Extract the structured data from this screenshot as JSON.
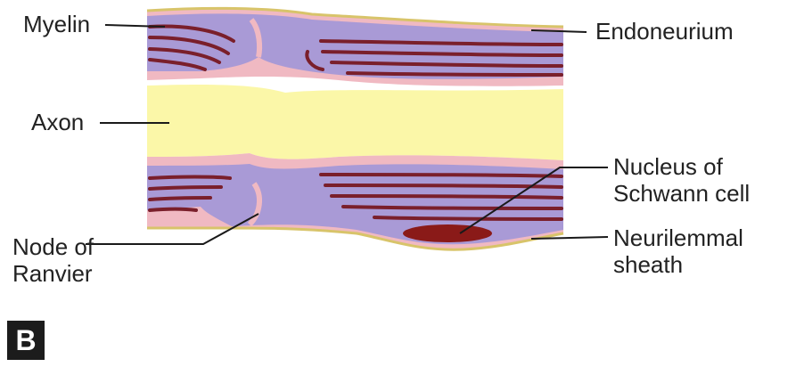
{
  "labels": {
    "myelin": "Myelin",
    "endoneurium": "Endoneurium",
    "axon": "Axon",
    "nucleus": [
      "Nucleus of",
      "Schwann cell"
    ],
    "node": [
      "Node of",
      "Ranvier"
    ],
    "neurilemmal": [
      "Neurilemmal",
      "sheath"
    ]
  },
  "panel_letter": "B",
  "colors": {
    "axon": "#fbf7a8",
    "cytoplasm": "#f0b9c2",
    "myelin_sheath": "#a99ad6",
    "myelin_lamellae": "#7a1f2b",
    "nucleus": "#8a1a18",
    "endoneurium": "#d8c46a",
    "leader_lines": "#1a1a1a"
  }
}
